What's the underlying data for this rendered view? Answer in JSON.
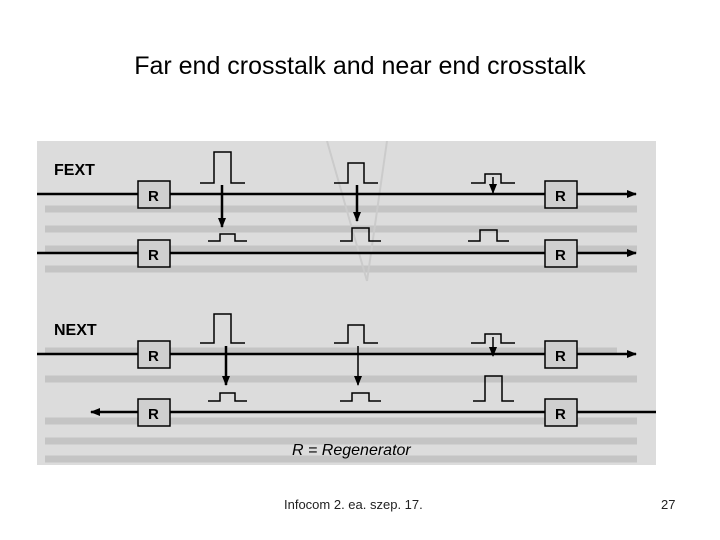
{
  "slide": {
    "title": "Far end crosstalk and near end crosstalk",
    "footer": "Infocom 2. ea. szep. 17.",
    "page_number": "27"
  },
  "diagram": {
    "fext_label": "FEXT",
    "next_label": "NEXT",
    "regenerator_symbol": "R",
    "legend": "R = Regenerator",
    "colors": {
      "background": "#dcdcdc",
      "line": "#000000",
      "box_fill": "#cfcfcf",
      "ghost_text": "#b9b9b9"
    }
  }
}
